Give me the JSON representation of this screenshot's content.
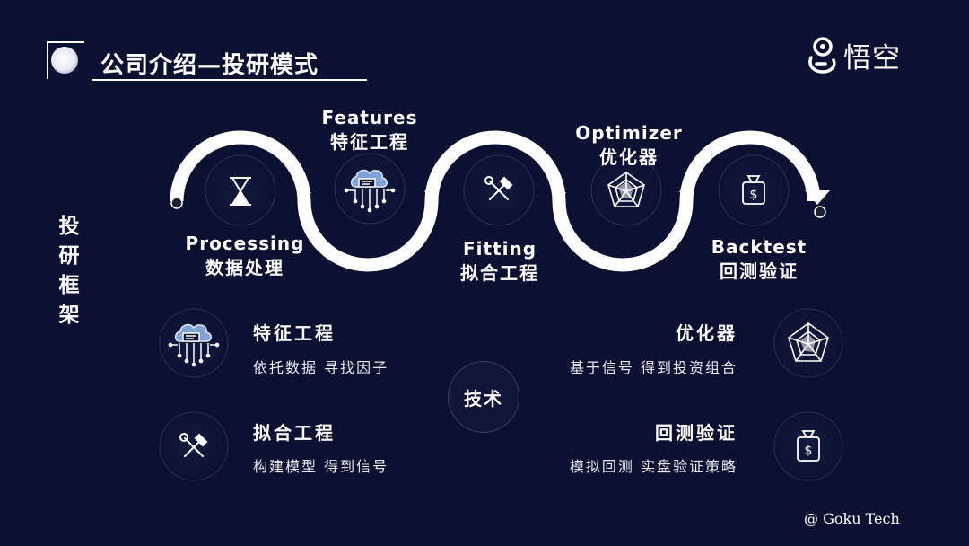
{
  "header": {
    "title": "公司介绍—投研模式",
    "brand": "悟空"
  },
  "side_label": [
    "投",
    "研",
    "框",
    "架"
  ],
  "stages": [
    {
      "en": "Processing",
      "cn": "数据处理",
      "icon": "hourglass-icon"
    },
    {
      "en": "Features",
      "cn": "特征工程",
      "icon": "data-cloud-icon"
    },
    {
      "en": "Fitting",
      "cn": "拟合工程",
      "icon": "tools-icon"
    },
    {
      "en": "Optimizer",
      "cn": "优化器",
      "icon": "radar-icon"
    },
    {
      "en": "Backtest",
      "cn": "回测验证",
      "icon": "money-bag-icon"
    }
  ],
  "center": "技术",
  "details": [
    {
      "title": "特征工程",
      "subtitle": "依托数据  寻找因子",
      "icon": "data-cloud-icon"
    },
    {
      "title": "拟合工程",
      "subtitle": "构建模型  得到信号",
      "icon": "tools-icon"
    },
    {
      "title": "优化器",
      "subtitle": "基于信号  得到投资组合",
      "icon": "radar-icon"
    },
    {
      "title": "回测验证",
      "subtitle": "模拟回测  实盘验证策略",
      "icon": "money-bag-icon"
    }
  ],
  "footer": "@ Goku Tech",
  "colors": {
    "background": "#0b1130",
    "foreground": "#ffffff",
    "circle": "#0f1637",
    "circle_border": "#3a4160"
  }
}
